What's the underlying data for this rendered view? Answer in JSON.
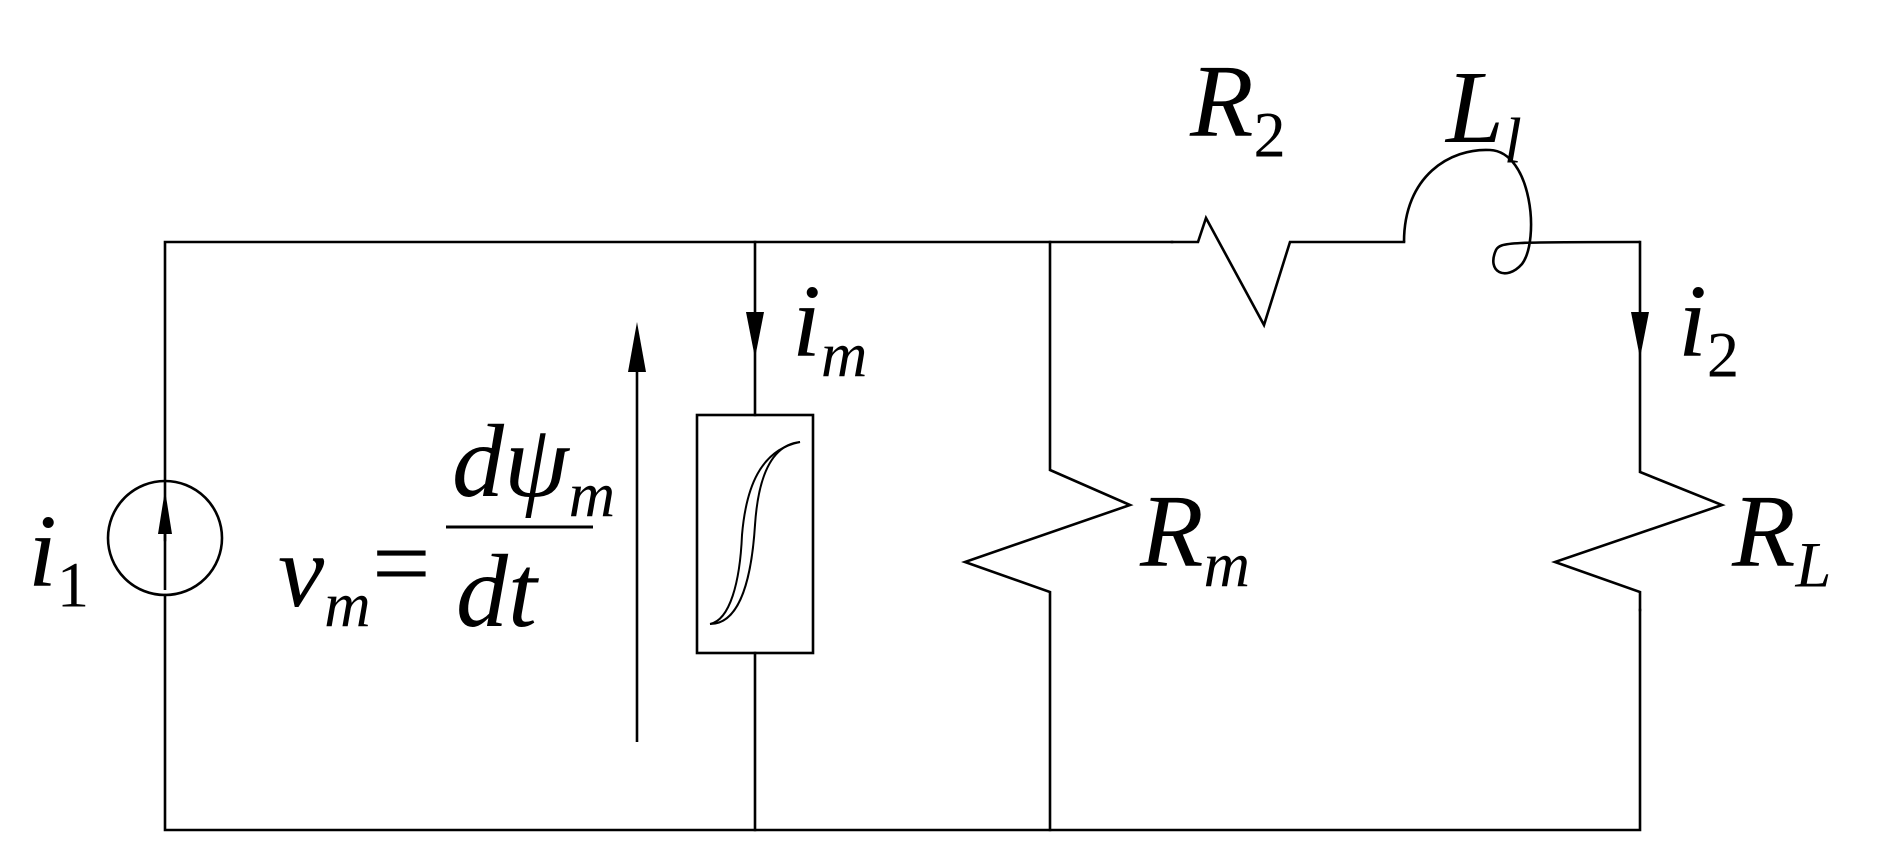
{
  "colors": {
    "line": "#000000",
    "background": "#ffffff"
  },
  "labels": {
    "i1": {
      "base": "i",
      "sub": "1"
    },
    "vm": {
      "base": "v",
      "sub": "m"
    },
    "equals": "=",
    "numerator": {
      "d": "d",
      "psi": "ψ",
      "sub": "m"
    },
    "denominator": "dt",
    "im": {
      "base": "i",
      "sub": "m"
    },
    "Rm": {
      "base": "R",
      "sub": "m"
    },
    "R2": {
      "base": "R",
      "sub": "2"
    },
    "Ll": {
      "base": "L",
      "sub": "l"
    },
    "i2": {
      "base": "i",
      "sub": "2"
    },
    "RL": {
      "base": "R",
      "sub": "L"
    }
  }
}
